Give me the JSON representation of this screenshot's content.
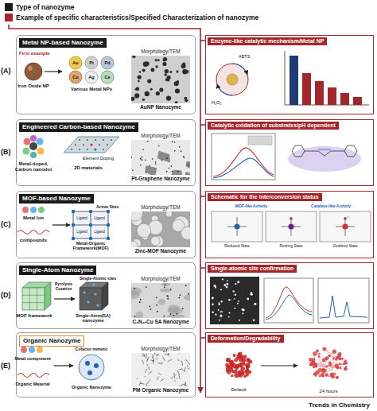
{
  "diagram": {
    "nodes": [
      {
        "text": [
          "Metal NP-based Nanozyme"
        ]
      },
      {
        "text": [
          "Morphology/TEM",
          "AuNP Nanozyme"
        ],
        "in": 0
      },
      {
        "text": [
          "Enzyme-like catalytic mechanism/Metal NP"
        ]
      },
      {
        "text": [
          "Engineered Carbon-based Nanozyme"
        ]
      },
      {
        "text": [
          "Morphology/TEM",
          "Pt-Graphene Nanozyme"
        ],
        "in": 3
      },
      {
        "text": [
          "Catalytic oxidation of substrates/pH dependent"
        ]
      },
      {
        "text": [
          "MOF-based Nanozyme"
        ]
      },
      {
        "text": [
          "Morphology/TEM",
          "Zinc-MOF Nanozyme"
        ],
        "in": 6
      },
      {
        "text": [
          "Schematic for the interconversion status"
        ]
      },
      {
        "text": [
          "Single-Atom Nanozyme"
        ]
      },
      {
        "text": [
          "Morphology/TEM",
          "C₃N₄-Cu SA Nanozyme"
        ],
        "in": 9
      },
      {
        "text": [
          "Single-atomic site confirmation"
        ]
      },
      {
        "text": [
          "Organic Nanozyme"
        ]
      },
      {
        "text": [
          "Morphology/TEM",
          "PM Organic Nanozyme"
        ],
        "in": 12
      },
      {
        "text": [
          "Deformation/Degradability"
        ]
      }
    ],
    "labels": [
      "(A)",
      "First example",
      "Iron Oxide NP",
      "Au",
      "Pt",
      "Pd",
      "Cu",
      "Ag",
      "Ce",
      "Various Metal NPs",
      "ABTS",
      "H₂O₂",
      "(B)",
      "Metal-doped, Carbon nanodot",
      "Element Doping",
      "2D materials",
      "(C)",
      "Metal Ion",
      "compounds",
      "Active Sites",
      "Ligand",
      "Ligand",
      "Ligand",
      "Ligand",
      "Metal-Organic Framework(MOF)",
      "MOF-like Activity",
      "Catalase-like Activity",
      "Reduced State",
      "Resting State",
      "Oxidized State",
      "(D)",
      "MOF framework",
      "Pyrolysis Curation",
      "Single-Atomic sites",
      "Single-Atom(SA) nanozyme",
      "(E)",
      "Metal component",
      "Organic Material",
      "Cofactor mimetic",
      "Organic Nanozyme",
      "Default",
      "24 hours",
      "Trends in Chemistry"
    ],
    "legend": [
      {
        "text": "Type of nanozyme",
        "color": "#1a1a1a"
      },
      {
        "text": "Example of specific characteristics/Specified Characterization of nanozyme",
        "color": "#a3262a"
      }
    ]
  }
}
